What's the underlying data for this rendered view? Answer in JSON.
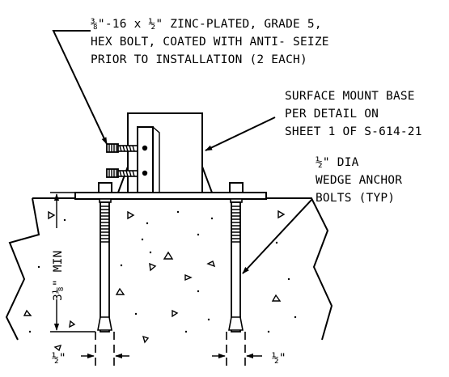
{
  "callouts": {
    "bolt": [
      "⅜\"-16 x ½\" ZINC-PLATED, GRADE 5,",
      "HEX BOLT, COATED WITH ANTI- SEIZE",
      "PRIOR TO INSTALLATION (2 EACH)"
    ],
    "base": [
      "SURFACE MOUNT BASE",
      "PER DETAIL ON",
      "SHEET 1 OF S-614-21"
    ],
    "anchor": [
      "½\" DIA",
      "WEDGE ANCHOR",
      "BOLTS (TYP)"
    ]
  },
  "dimensions": {
    "embed_depth": "3⅛\" MIN",
    "left_edge": "½\"",
    "right_edge": "½\""
  }
}
